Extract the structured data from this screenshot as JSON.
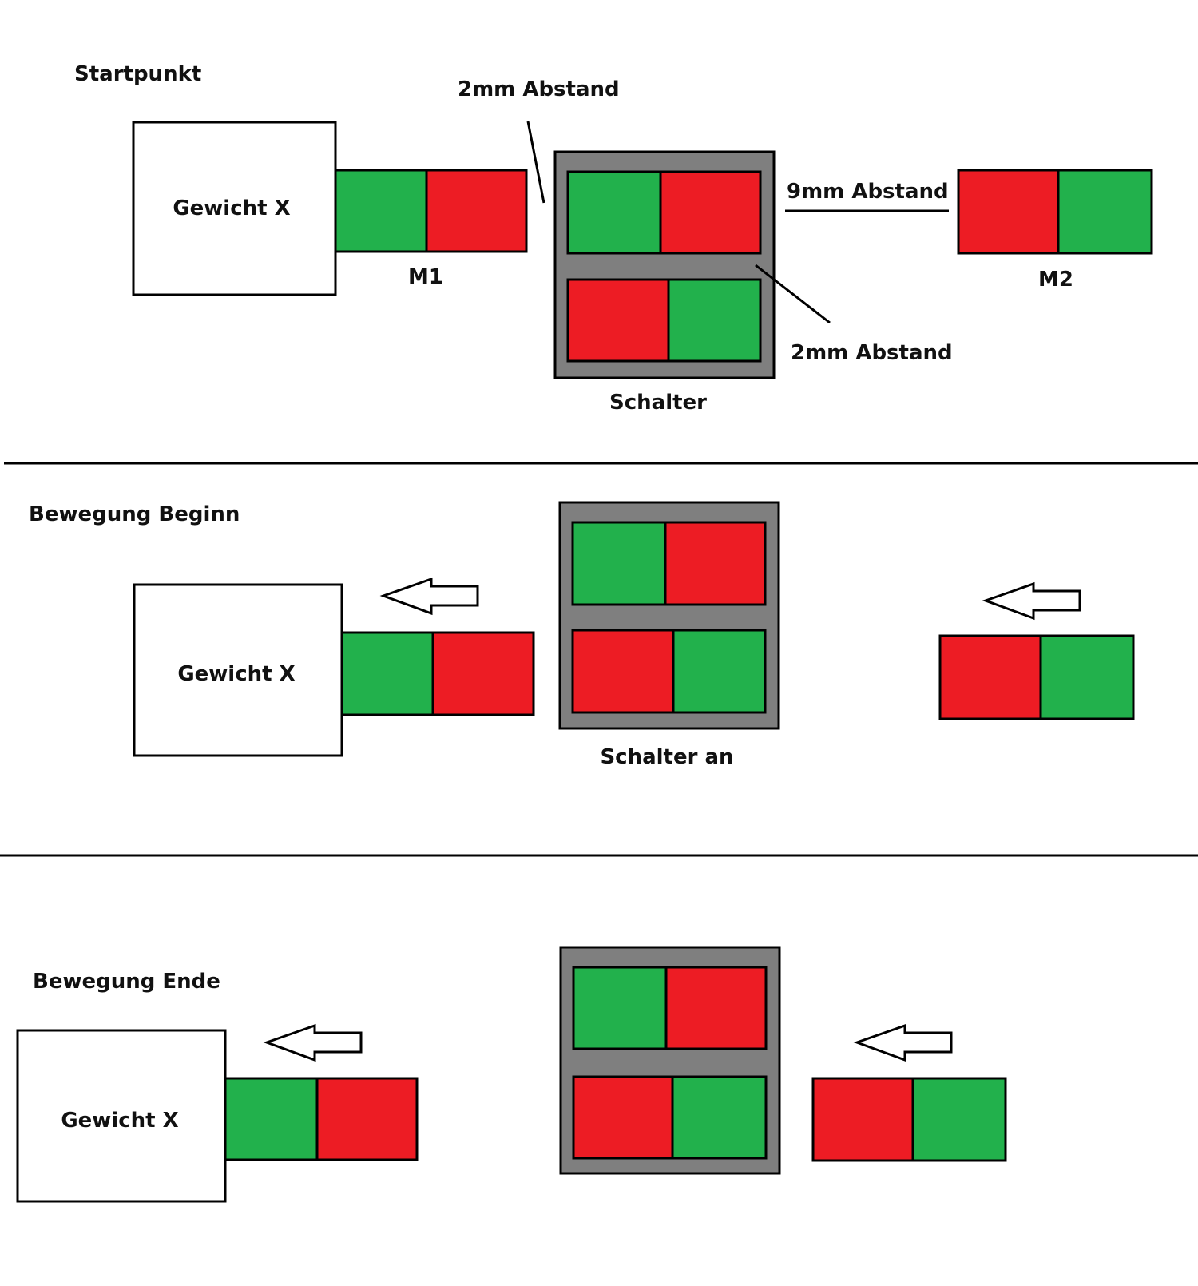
{
  "colors": {
    "north": "#22b14c",
    "south": "#ed1c24",
    "switch_frame": "#7f7f7f",
    "outline": "#000000"
  },
  "section1": {
    "title": "Startpunkt",
    "weight_label": "Gewicht X",
    "m1_label": "M1",
    "m2_label": "M2",
    "switch_label": "Schalter",
    "gap_top_label": "2mm Abstand",
    "gap_right_label": "9mm Abstand",
    "gap_bottom_label": "2mm Abstand"
  },
  "section2": {
    "title": "Bewegung Beginn",
    "weight_label": "Gewicht X",
    "switch_label": "Schalter an"
  },
  "section3": {
    "title": "Bewegung Ende",
    "weight_label": "Gewicht X"
  }
}
